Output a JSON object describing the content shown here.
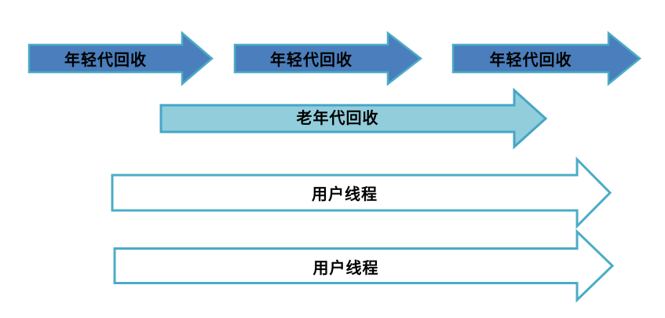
{
  "diagram": {
    "background": "#FFFFFF",
    "label_color": "#000000",
    "arrows": [
      {
        "label": "年轻代回收",
        "fill": "#4A7EBC",
        "border": "#4BACC6"
      },
      {
        "label": "年轻代回收",
        "fill": "#4A7EBC",
        "border": "#4BACC6"
      },
      {
        "label": "年轻代回收",
        "fill": "#4A7EBC",
        "border": "#4BACC6"
      },
      {
        "label": "老年代回收",
        "fill": "#92CDDC",
        "border": "#45A6C6"
      },
      {
        "label": "用户线程",
        "fill": "#FFFFFF",
        "border": "#4BACC6"
      },
      {
        "label": "用户线程",
        "fill": "#FFFFFF",
        "border": "#4BACC6"
      }
    ]
  }
}
